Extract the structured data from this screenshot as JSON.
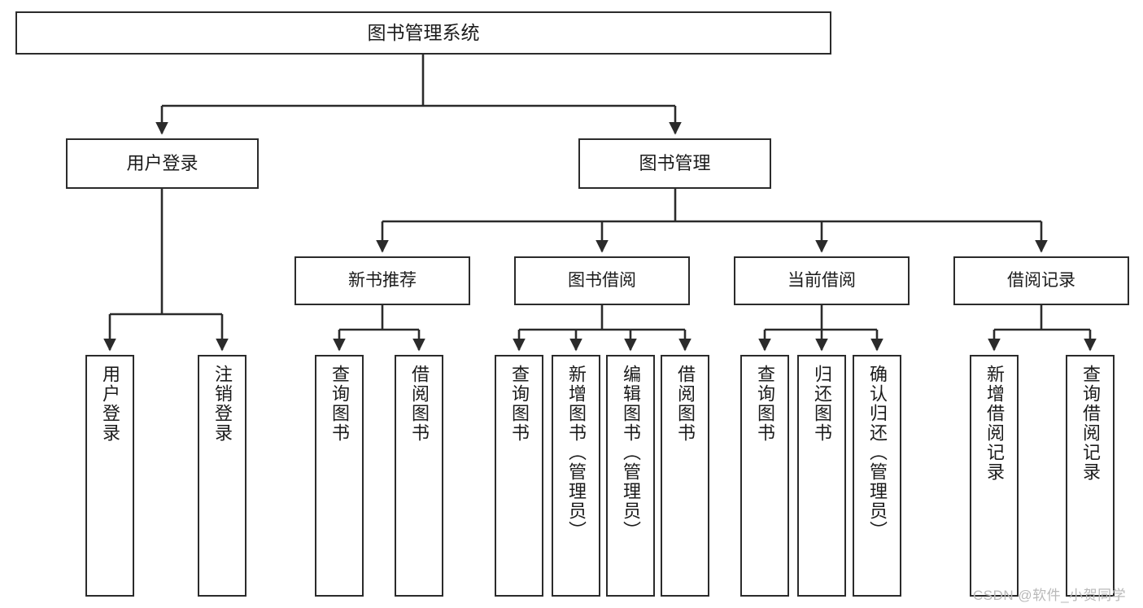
{
  "diagram": {
    "title": "图书管理系统",
    "type": "hierarchy-tree",
    "watermark": "CSDN @软件_小贺同学",
    "colors": {
      "box_border": "#2b2b2b",
      "box_fill": "#ffffff",
      "edge": "#2b2b2b",
      "text": "#1b1b1b",
      "watermark": "#b9b9b9",
      "background": "#ffffff"
    },
    "nodes": {
      "root": {
        "label": "图书管理系统",
        "level": 1
      },
      "l2": [
        {
          "id": "user-login",
          "label": "用户登录",
          "level": 2
        },
        {
          "id": "book-management",
          "label": "图书管理",
          "level": 2
        }
      ],
      "l3": [
        {
          "id": "new-book-recommend",
          "label": "新书推荐",
          "level": 3,
          "parent": "book-management"
        },
        {
          "id": "book-borrow",
          "label": "图书借阅",
          "level": 3,
          "parent": "book-management"
        },
        {
          "id": "current-borrow",
          "label": "当前借阅",
          "level": 3,
          "parent": "book-management"
        },
        {
          "id": "borrow-records",
          "label": "借阅记录",
          "level": 3,
          "parent": "book-management"
        }
      ],
      "leaves": [
        {
          "id": "leaf-user-login",
          "label": "用户登录",
          "parent": "user-login"
        },
        {
          "id": "leaf-logout-login",
          "label": "注销登录",
          "parent": "user-login"
        },
        {
          "id": "leaf-query-book-recommend",
          "label": "查询图书",
          "parent": "new-book-recommend"
        },
        {
          "id": "leaf-borrow-book-recommend",
          "label": "借阅图书",
          "parent": "new-book-recommend"
        },
        {
          "id": "leaf-query-book-borrow",
          "label": "查询图书",
          "parent": "book-borrow"
        },
        {
          "id": "leaf-add-book-admin",
          "label": "新增图书（管理员）",
          "parent": "book-borrow"
        },
        {
          "id": "leaf-edit-book-admin",
          "label": "编辑图书（管理员）",
          "parent": "book-borrow"
        },
        {
          "id": "leaf-borrow-book",
          "label": "借阅图书",
          "parent": "book-borrow"
        },
        {
          "id": "leaf-query-book-current",
          "label": "查询图书",
          "parent": "current-borrow"
        },
        {
          "id": "leaf-return-book",
          "label": "归还图书",
          "parent": "current-borrow"
        },
        {
          "id": "leaf-confirm-return-admin",
          "label": "确认归还（管理员）",
          "parent": "current-borrow"
        },
        {
          "id": "leaf-add-borrow-record",
          "label": "新增借阅记录",
          "parent": "borrow-records"
        },
        {
          "id": "leaf-query-borrow-record",
          "label": "查询借阅记录",
          "parent": "borrow-records"
        }
      ]
    }
  }
}
